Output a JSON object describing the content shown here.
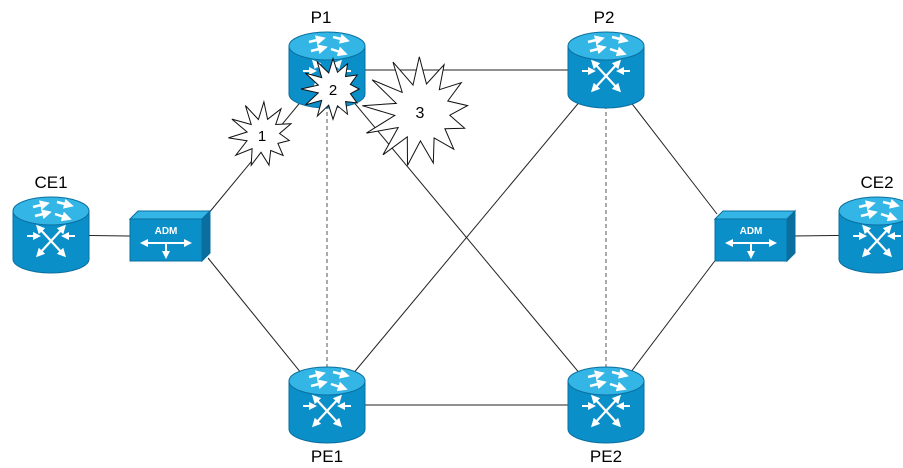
{
  "diagram": {
    "nodes": {
      "ce1": {
        "label": "CE1",
        "kind": "router"
      },
      "ce2": {
        "label": "CE2",
        "kind": "router"
      },
      "p1": {
        "label": "P1",
        "kind": "router"
      },
      "p2": {
        "label": "P2",
        "kind": "router"
      },
      "pe1": {
        "label": "PE1",
        "kind": "router"
      },
      "pe2": {
        "label": "PE2",
        "kind": "router"
      },
      "adm_left": {
        "label": "ADM",
        "kind": "adm"
      },
      "adm_right": {
        "label": "ADM",
        "kind": "adm"
      }
    },
    "links": [
      {
        "from": "ce1",
        "to": "adm_left",
        "style": "solid"
      },
      {
        "from": "adm_left",
        "to": "p1",
        "style": "solid"
      },
      {
        "from": "adm_left",
        "to": "pe1",
        "style": "solid"
      },
      {
        "from": "p1",
        "to": "p2",
        "style": "solid"
      },
      {
        "from": "p1",
        "to": "pe2",
        "style": "solid"
      },
      {
        "from": "pe1",
        "to": "p2",
        "style": "solid"
      },
      {
        "from": "pe1",
        "to": "pe2",
        "style": "solid"
      },
      {
        "from": "p1",
        "to": "pe1",
        "style": "dashed"
      },
      {
        "from": "p2",
        "to": "pe2",
        "style": "dashed"
      },
      {
        "from": "p2",
        "to": "adm_right",
        "style": "solid"
      },
      {
        "from": "pe2",
        "to": "adm_right",
        "style": "solid"
      },
      {
        "from": "adm_right",
        "to": "ce2",
        "style": "solid"
      }
    ],
    "failure_points": [
      {
        "label": "1"
      },
      {
        "label": "2"
      },
      {
        "label": "3"
      }
    ],
    "colors": {
      "router_body": "#0b8fc9",
      "router_top": "#33b6e6",
      "router_rim": "#0a6f9f",
      "adm_body": "#0b8fc9",
      "line": "#222222",
      "dashed_line": "#555555",
      "burst_fill": "#ffffff",
      "burst_stroke": "#111111"
    }
  }
}
